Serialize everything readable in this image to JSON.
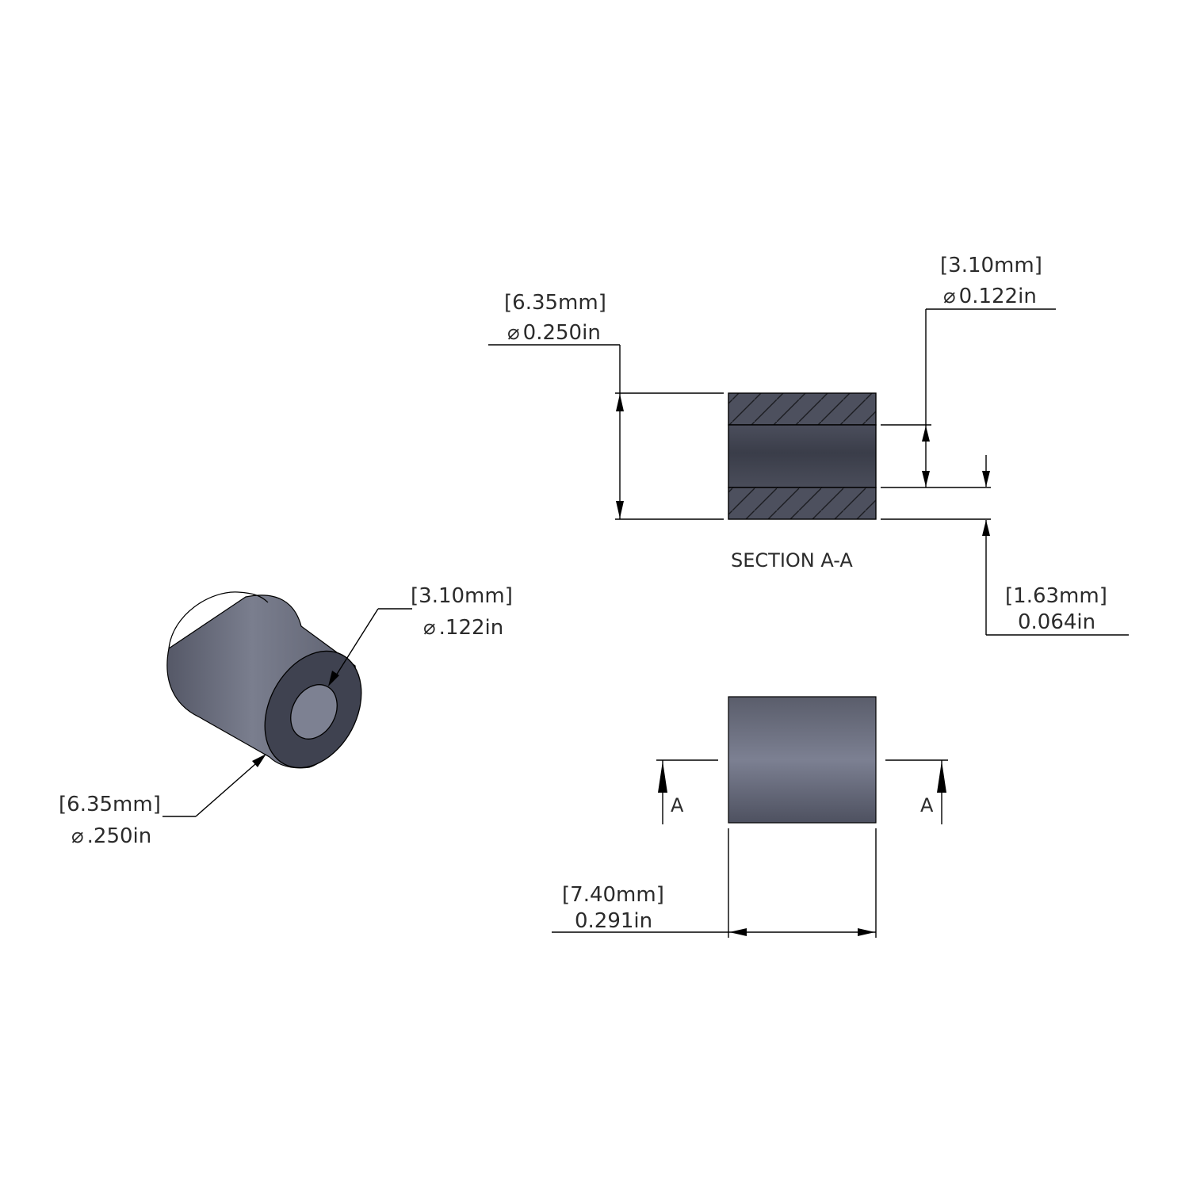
{
  "section_view": {
    "title": "SECTION A-A",
    "outer_dia": {
      "mm": "6.35mm",
      "in": "0.250in"
    },
    "inner_dia": {
      "mm": "3.10mm",
      "in": "0.122in"
    },
    "wall": {
      "mm": "1.63mm",
      "in": "0.064in"
    }
  },
  "iso_view": {
    "inner_dia": {
      "mm": "3.10mm",
      "in": ".122in"
    },
    "outer_dia": {
      "mm": "6.35mm",
      "in": ".250in"
    }
  },
  "side_view": {
    "length": {
      "mm": "7.40mm",
      "in": "0.291in"
    },
    "section_marker_left": "A",
    "section_marker_right": "A"
  },
  "symbols": {
    "diameter": "⌀"
  },
  "colors": {
    "body": "#5c6070",
    "dark": "#3e4150",
    "line": "#000000"
  }
}
